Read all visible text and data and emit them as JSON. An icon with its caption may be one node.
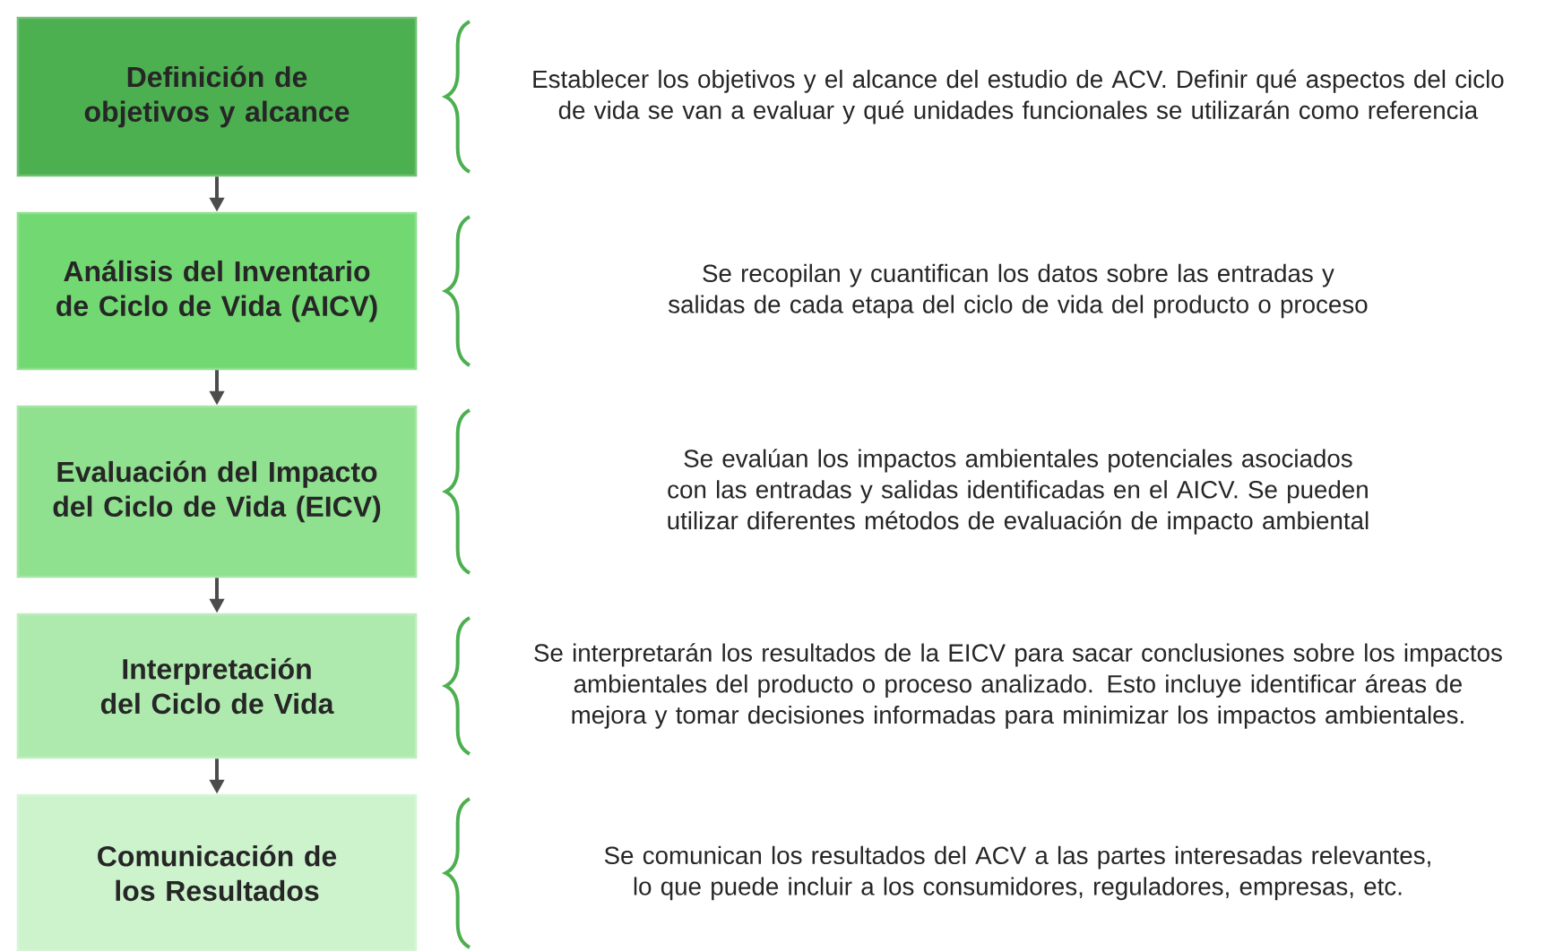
{
  "diagram": {
    "nodes": [
      {
        "text": [
          "Definición de objetivos y alcance"
        ]
      },
      {
        "text": [
          "Análisis del Inventario de Ciclo de Vida (AICV)"
        ]
      },
      {
        "text": [
          "Evaluación del Impacto del Ciclo de Vida (EICV)"
        ]
      },
      {
        "text": [
          "Interpretación del Ciclo de Vida"
        ]
      },
      {
        "text": [
          "Comunicación de los Resultados"
        ]
      }
    ],
    "edges": [
      {
        "from": 0,
        "to": 1,
        "arrow": "to"
      },
      {
        "from": 1,
        "to": 2,
        "arrow": "to"
      },
      {
        "from": 2,
        "to": 3,
        "arrow": "to"
      },
      {
        "from": 3,
        "to": 4,
        "arrow": "to"
      }
    ],
    "labels": [
      "Establecer los objetivos y el alcance del estudio de ACV.  Definir qué aspectos del ciclo de vida se van a evaluar y qué unidades funcionales se utilizarán como referencia",
      "Se recopilan y cuantifican los datos sobre las entradas y salidas de cada etapa del ciclo de vida del producto o proceso",
      "Se evalúan los impactos ambientales potenciales asociados con las entradas y salidas identificadas en el AICV. Se pueden utilizar diferentes métodos de evaluación de impacto ambiental",
      "Se interpretarán los resultados de la EICV para sacar conclusiones sobre los impactos ambientales del producto o proceso analizado. Esto incluye identificar áreas de mejora y tomar decisiones informadas para minimizar los impactos ambientales.",
      "Se comunican los resultados del ACV a las partes interesadas relevantes, lo que puede incluir a los consumidores, reguladores, empresas, etc."
    ]
  }
}
